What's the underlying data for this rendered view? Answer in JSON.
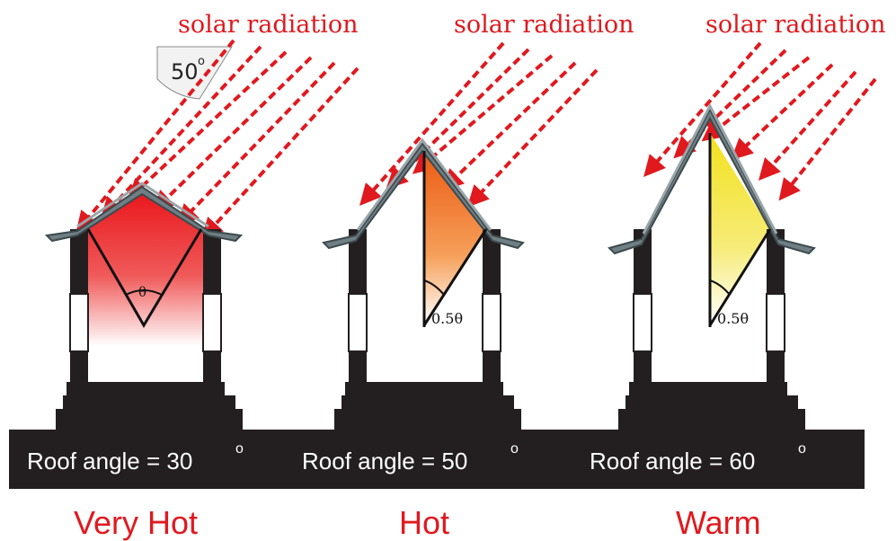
{
  "radiation_label": "solar radiation",
  "sun_angle": "50",
  "houses": [
    {
      "roof_angle_label": "Roof angle = 30",
      "condition": "Very Hot",
      "apex_angle_label": "θ",
      "heat_color": "#e8161b"
    },
    {
      "roof_angle_label": "Roof angle = 50",
      "condition": "Hot",
      "apex_angle_label": "0.5θ",
      "heat_color": "#ee6a1a"
    },
    {
      "roof_angle_label": "Roof angle = 60",
      "condition": "Warm",
      "apex_angle_label": "0.5θ",
      "heat_color": "#f4df2a"
    }
  ],
  "degree_symbol": "o",
  "colors": {
    "radiation": "#e0191e",
    "ground": "#231f20",
    "roof": "#6f7f84"
  }
}
